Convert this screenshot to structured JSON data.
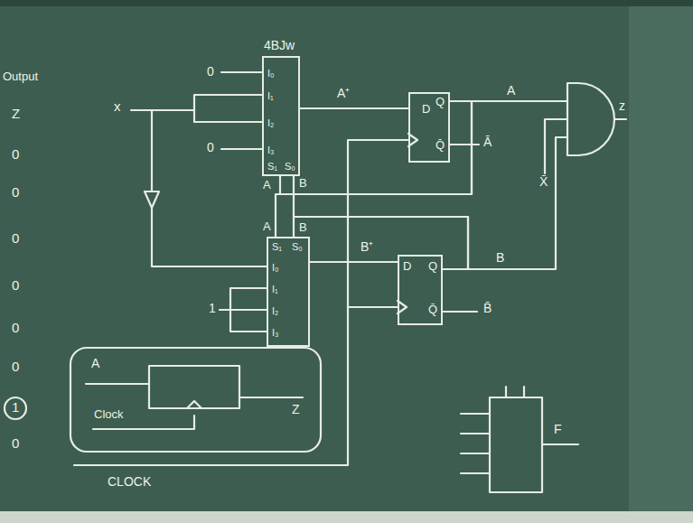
{
  "diagram": {
    "nodes": [
      {
        "text": [
          "4BJw",
          "I₀",
          "I₁",
          "I₂",
          "I₃",
          "S₁",
          "S₀"
        ]
      },
      {
        "text": [
          "S₁",
          "S₀",
          "I₀",
          "I₁",
          "I₂",
          "I₃"
        ]
      },
      {
        "text": [
          "D",
          "Q",
          "Q̄"
        ]
      },
      {
        "text": [
          "D",
          "Q",
          "Q̄"
        ]
      }
    ],
    "edges": [
      {
        "from": 0,
        "to": 2,
        "arrow": "none",
        "label": "A⁺"
      },
      {
        "from": 1,
        "to": 3,
        "arrow": "none",
        "label": "B⁺"
      },
      {
        "from": 2,
        "to": 0,
        "arrow": "none"
      },
      {
        "from": 3,
        "to": 0,
        "arrow": "none"
      },
      {
        "from": 2,
        "to": 1,
        "arrow": "none"
      },
      {
        "from": 3,
        "to": 1,
        "arrow": "none"
      }
    ],
    "labels": [
      "Output",
      "Z",
      "0",
      "0",
      "0",
      "0",
      "0",
      "0",
      "1",
      "0",
      "x",
      "0",
      "0",
      "1",
      "A",
      "B",
      "A",
      "B",
      "A",
      "Ā",
      "B",
      "B̄",
      "X̄",
      "z",
      "A",
      "Z",
      "Clock",
      "CLOCK",
      "F"
    ]
  }
}
